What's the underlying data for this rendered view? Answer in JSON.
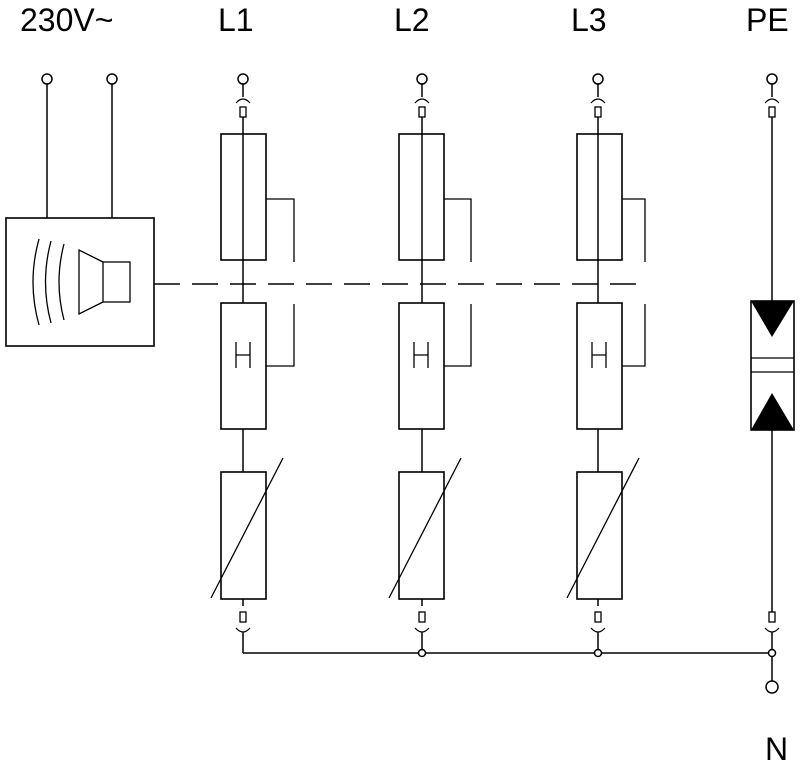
{
  "labels": {
    "alarm": "230V~",
    "l1": "L1",
    "l2": "L2",
    "l3": "L3",
    "pe": "PE",
    "n": "N"
  },
  "colors": {
    "line": "#000000",
    "background": "#ffffff"
  },
  "icons": [
    "speaker-icon"
  ]
}
